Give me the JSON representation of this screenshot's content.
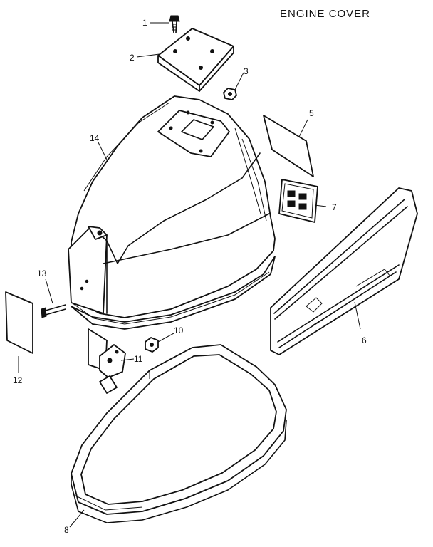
{
  "title": "ENGINE COVER",
  "callouts": [
    {
      "id": "1",
      "label": "1"
    },
    {
      "id": "2",
      "label": "2"
    },
    {
      "id": "3",
      "label": "3"
    },
    {
      "id": "5",
      "label": "5"
    },
    {
      "id": "6",
      "label": "6"
    },
    {
      "id": "7",
      "label": "7"
    },
    {
      "id": "8",
      "label": "8"
    },
    {
      "id": "10",
      "label": "10"
    },
    {
      "id": "11",
      "label": "11"
    },
    {
      "id": "12",
      "label": "12"
    },
    {
      "id": "13",
      "label": "13"
    },
    {
      "id": "14",
      "label": "14"
    }
  ]
}
